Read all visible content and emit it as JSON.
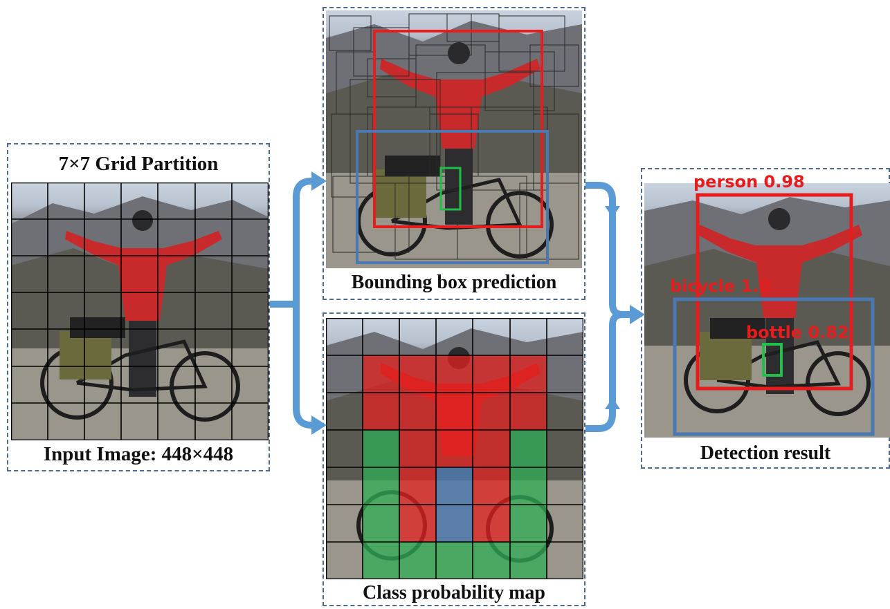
{
  "panels": {
    "input": {
      "title": "7×7 Grid Partition",
      "caption": "Input Image: 448×448"
    },
    "bbox": {
      "caption": "Bounding box prediction"
    },
    "classmap": {
      "caption": "Class probability map"
    },
    "detection": {
      "caption": "Detection result"
    }
  },
  "detections": [
    {
      "label": "person 0.98",
      "color": "#e81c1c"
    },
    {
      "label": "bicycle 1.0",
      "color": "#4a78b0"
    },
    {
      "label": "bottle 0.82",
      "color": "#1fbf4a"
    }
  ],
  "class_map_colors": {
    "person": "#e3221f",
    "bicycle": "#2fae55",
    "bottle": "#4a78b0"
  },
  "arrow_color": "#5b9bd5",
  "grid": {
    "rows": 7,
    "cols": 7
  }
}
